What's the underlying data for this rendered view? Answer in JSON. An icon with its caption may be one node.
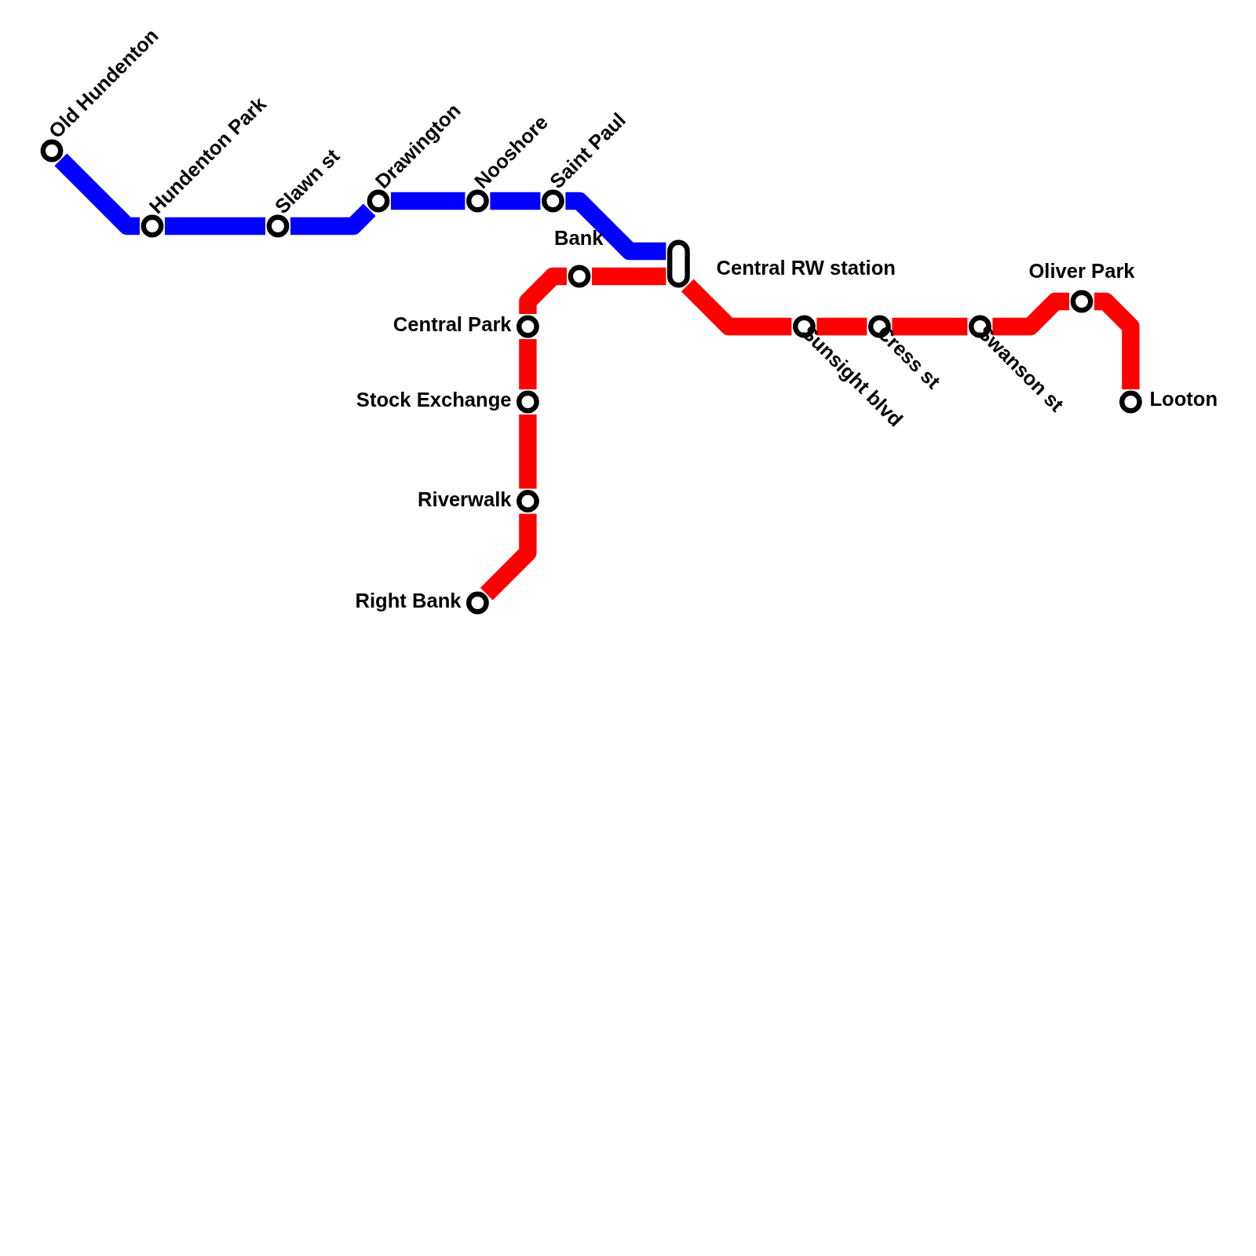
{
  "diagram": {
    "nodes": [
      {
        "text": [
          "Old Hundenton"
        ]
      },
      {
        "text": [
          "Hundenton Park"
        ]
      },
      {
        "text": [
          "Slawn st"
        ]
      },
      {
        "text": [
          "Drawington"
        ]
      },
      {
        "text": [
          "Nooshore"
        ]
      },
      {
        "text": [
          "Saint Paul"
        ]
      },
      {
        "text": [
          "Central RW station"
        ]
      },
      {
        "text": [
          "Bank"
        ]
      },
      {
        "text": [
          "Oliver Park"
        ]
      },
      {
        "text": [
          "Central Park"
        ]
      },
      {
        "text": [
          "Sunsight blvd"
        ]
      },
      {
        "text": [
          "Cress st"
        ]
      },
      {
        "text": [
          "Swanson st"
        ]
      },
      {
        "text": [
          "Stock Exchange"
        ]
      },
      {
        "text": [
          "Looton"
        ]
      },
      {
        "text": [
          "Riverwalk"
        ]
      },
      {
        "text": [
          "Right Bank"
        ]
      }
    ],
    "edges": [
      {
        "from": 0,
        "to": 1,
        "arrow": "none",
        "color": "#0000ff"
      },
      {
        "from": 1,
        "to": 2,
        "arrow": "none",
        "color": "#0000ff"
      },
      {
        "from": 2,
        "to": 3,
        "arrow": "none",
        "color": "#0000ff"
      },
      {
        "from": 3,
        "to": 4,
        "arrow": "none",
        "color": "#0000ff"
      },
      {
        "from": 4,
        "to": 5,
        "arrow": "none",
        "color": "#0000ff"
      },
      {
        "from": 5,
        "to": 6,
        "arrow": "none",
        "color": "#0000ff"
      },
      {
        "from": 16,
        "to": 15,
        "arrow": "none"
      },
      {
        "from": 15,
        "to": 13,
        "arrow": "none"
      },
      {
        "from": 13,
        "to": 9,
        "arrow": "none"
      },
      {
        "from": 9,
        "to": 7,
        "arrow": "none"
      },
      {
        "from": 7,
        "to": 6,
        "arrow": "none"
      },
      {
        "from": 6,
        "to": 10,
        "arrow": "none"
      },
      {
        "from": 10,
        "to": 11,
        "arrow": "none"
      },
      {
        "from": 11,
        "to": 12,
        "arrow": "none"
      },
      {
        "from": 12,
        "to": 8,
        "arrow": "none"
      },
      {
        "from": 8,
        "to": 14,
        "arrow": "none"
      }
    ]
  }
}
